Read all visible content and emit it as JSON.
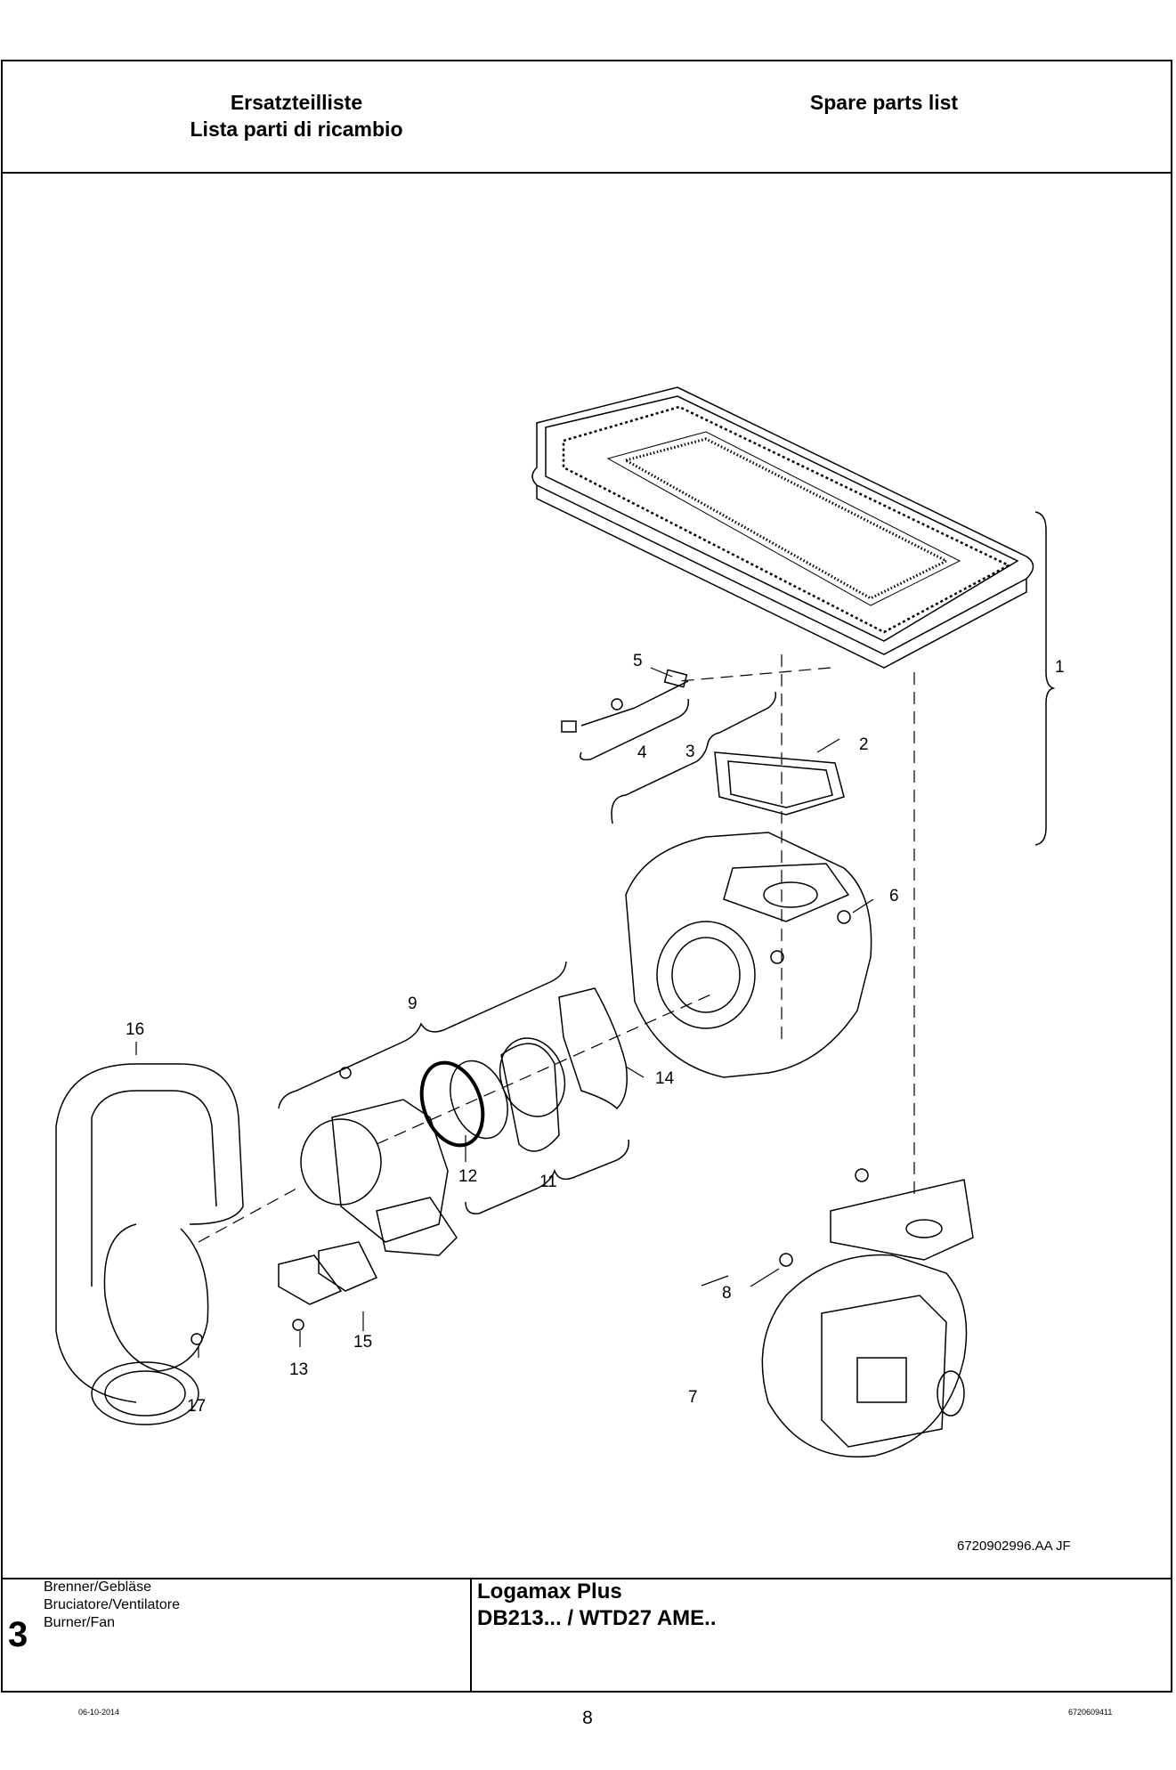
{
  "header": {
    "title_de": "Ersatzteilliste",
    "title_it": "Lista parti di ricambio",
    "title_en": "Spare parts list"
  },
  "drawing": {
    "reference_code": "6720902996.AA JF",
    "part_callouts": [
      "1",
      "2",
      "3",
      "4",
      "5",
      "6",
      "7",
      "8",
      "9",
      "11",
      "12",
      "13",
      "14",
      "15",
      "16",
      "17"
    ]
  },
  "footer": {
    "section_number": "3",
    "section_name_de": "Brenner/Gebläse",
    "section_name_it": "Bruciatore/Ventilatore",
    "section_name_en": "Burner/Fan",
    "product_line": "Logamax Plus",
    "product_models": "DB213... / WTD27 AME.."
  },
  "page_footer": {
    "date": "06-10-2014",
    "page_number": "8",
    "document_number": "6720609411"
  }
}
